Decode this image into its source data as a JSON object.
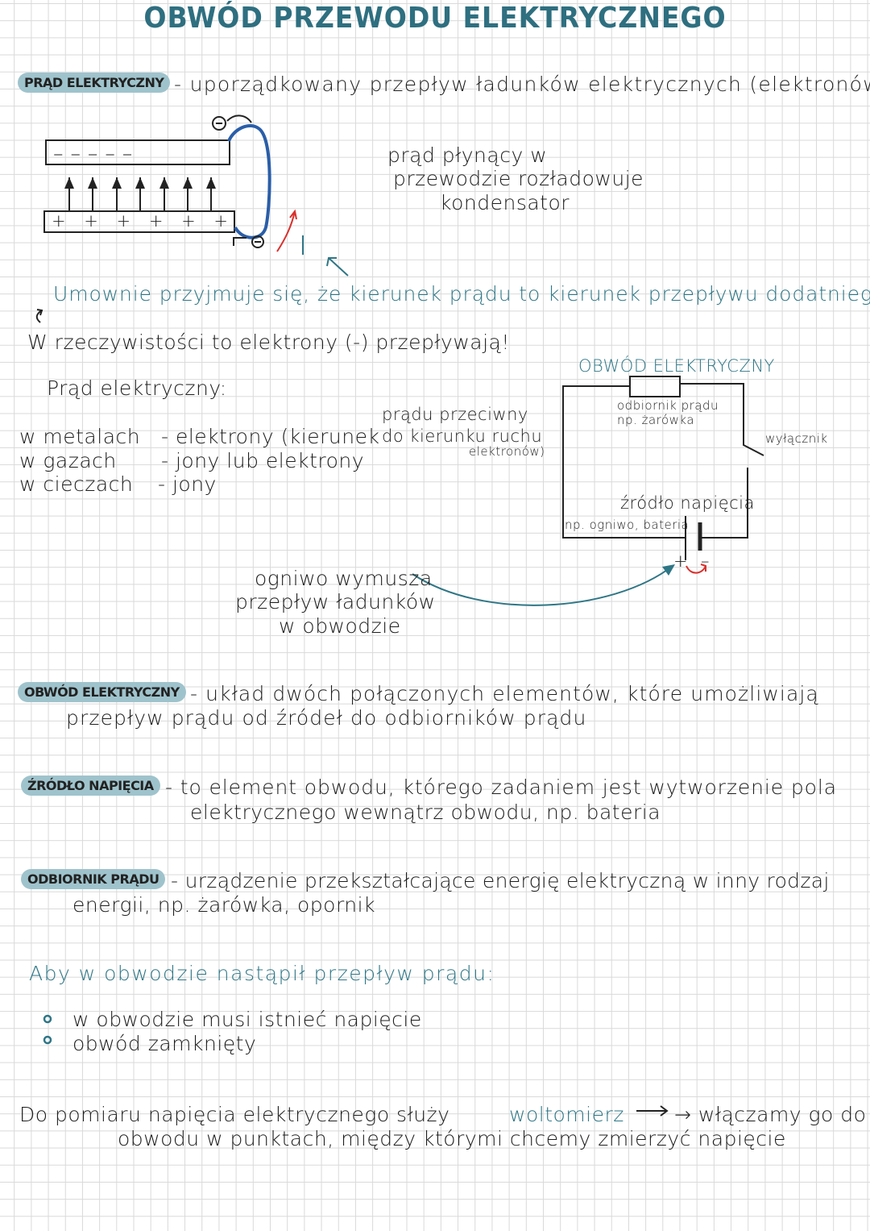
{
  "title": "OBWÓD PRZEWODU ELEKTRYCZNEGO",
  "current": {
    "tag": "PRĄD ELEKTRYCZNY",
    "definition": "- uporządkowany przepływ ładunków elektrycznych (elektronów)"
  },
  "capacitor": {
    "minus": "– – – – –",
    "plus": "+ + + + + +",
    "note": [
      "prąd płynący w",
      "przewodzie rozładowuje",
      "kondensator"
    ]
  },
  "convention": "Umownie przyjmuje się, że kierunek prądu to kierunek przepływu dodatniego",
  "reality": "W rzeczywistości to elektrony (-) przepływają!",
  "types": {
    "heading": "Prąd elektryczny:",
    "rows": [
      {
        "medium": "w metalach",
        "carrier": "- elektrony (kierunek"
      },
      {
        "medium": "w gazach",
        "carrier": "- jony lub elektrony"
      },
      {
        "medium": "w cieczach",
        "carrier": "- jony"
      }
    ],
    "note": [
      "prądu przeciwny",
      "do kierunku ruchu",
      "elektronów)"
    ]
  },
  "circuit": {
    "title": "OBWÓD ELEKTRYCZNY",
    "load": [
      "odbiornik prądu",
      "np. żarówka"
    ],
    "switch": "wyłącznik",
    "source": "źródło napięcia",
    "source_example": "np. ogniwo, bateria",
    "plus": "+",
    "minus": "–"
  },
  "cell_note": [
    "ogniwo wymusza",
    "przepływ ładunków",
    "w obwodzie"
  ],
  "definitions": [
    {
      "tag": "OBWÓD ELEKTRYCZNY",
      "lines": [
        "- układ dwóch połączonych elementów, które umożliwiają",
        "przepływ prądu od źródeł do odbiorników prądu"
      ]
    },
    {
      "tag": "ŹRÓDŁO NAPIĘCIA",
      "lines": [
        "- to element obwodu, którego zadaniem jest wytworzenie pola",
        "elektrycznego wewnątrz obwodu, np. bateria"
      ]
    },
    {
      "tag": "ODBIORNIK PRĄDU",
      "lines": [
        "- urządzenie przekształcające energię elektryczną w inny rodzaj",
        "energii, np. żarówka, opornik"
      ]
    }
  ],
  "conditions": {
    "heading": "Aby w obwodzie nastąpił przepływ prądu:",
    "items": [
      "w obwodzie musi istnieć napięcie",
      "obwód zamknięty"
    ]
  },
  "voltmeter": {
    "before": "Do pomiaru napięcia elektrycznego służy",
    "word": "woltomierz",
    "after": "→ włączamy go do",
    "line2": "obwodu w punktach, między którymi chcemy zmierzyć napięcie"
  },
  "colors": {
    "accent": "#2e7686",
    "highlight": "#9fc3cc",
    "wire": "#2a5ea8",
    "arrow_red": "#d9302c"
  }
}
